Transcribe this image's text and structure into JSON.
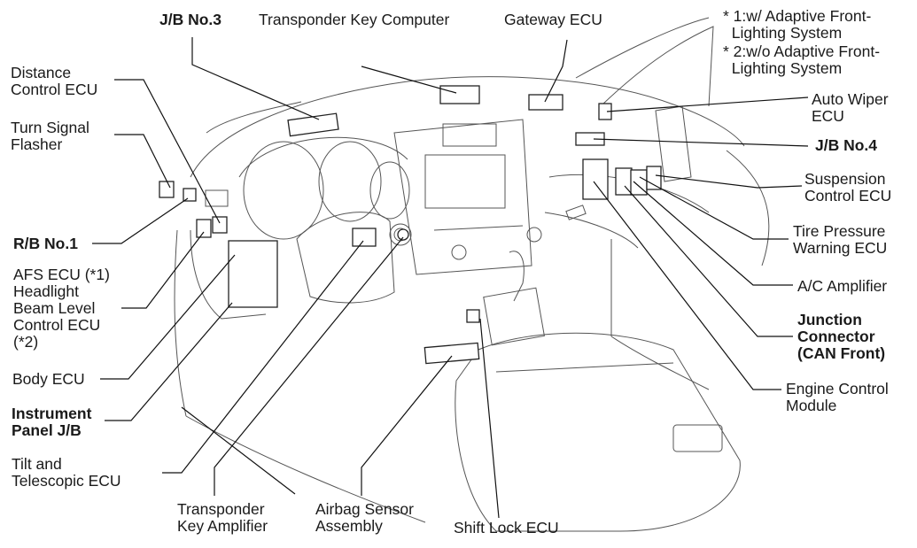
{
  "title": "ECU / Junction Block Location Diagram (Instrument Panel)",
  "footnotes": [
    "* 1:w/ Adaptive Front-\n  Lighting System",
    "* 2:w/o Adaptive Front-\n  Lighting System"
  ],
  "labels": {
    "jb_no3": "J/B No.3",
    "transponder_key_computer": "Transponder Key Computer",
    "gateway_ecu": "Gateway ECU",
    "distance_control_ecu": "Distance\nControl ECU",
    "turn_signal_flasher": "Turn Signal\nFlasher",
    "auto_wiper_ecu": "Auto Wiper\nECU",
    "jb_no4": "J/B No.4",
    "suspension_control_ecu": "Suspension\nControl ECU",
    "tire_pressure_warning_ecu": "Tire Pressure\nWarning ECU",
    "ac_amplifier": "A/C Amplifier",
    "junction_connector": "Junction\nConnector\n(CAN Front)",
    "engine_control_module": "Engine Control\nModule",
    "rb_no1": "R/B No.1",
    "afs_ecu": "AFS ECU (*1)\nHeadlight\nBeam Level\nControl ECU\n(*2)",
    "body_ecu": "Body ECU",
    "instrument_panel_jb": "Instrument\nPanel J/B",
    "tilt_telescopic_ecu": "Tilt and\nTelescopic ECU",
    "transponder_key_amplifier": "Transponder\nKey Amplifier",
    "airbag_sensor_assembly": "Airbag Sensor\nAssembly",
    "shift_lock_ecu": "Shift Lock ECU"
  }
}
